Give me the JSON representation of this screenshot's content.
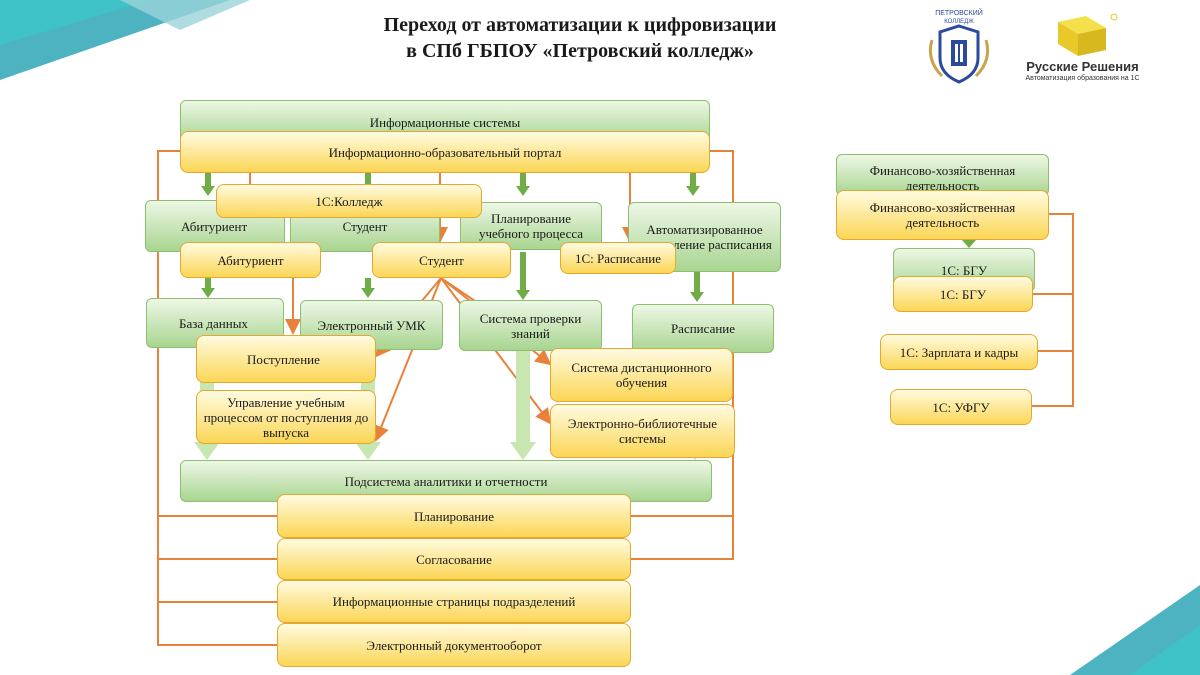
{
  "title": {
    "line1": "Переход от автоматизации к цифровизации",
    "line2": "в СПб ГБПОУ «Петровский колледж»"
  },
  "logos": {
    "college": {
      "top_text": "ПЕТРОВСКИЙ",
      "sub_text": "КОЛЛЕДЖ"
    },
    "brand": {
      "name": "Русские Решения",
      "tagline": "Автоматизация образования на 1С"
    }
  },
  "colors": {
    "green_border": "#8cc06f",
    "orange_line": "#e8813a",
    "green_arrow": "#70ad47",
    "gold": "#fbd655"
  },
  "diagram": {
    "info_systems": "Информационные системы",
    "portal": "Информационно-образовательный портал",
    "c_college": "1С:Колледж",
    "g_abit": "Абитуриент",
    "g_student": "Студент",
    "g_planning": "Планирование учебного процесса",
    "g_auto_schedule": "Автоматизированное составление расписания",
    "y_abit": "Абитуриент",
    "y_student": "Студент",
    "y_c_schedule": "1С: Расписание",
    "g_database": "База данных",
    "g_umk": "Электронный УМК",
    "g_test_system": "Система проверки знаний",
    "g_schedule": "Расписание",
    "y_admission": "Поступление",
    "y_management": "Управление учебным процессом от поступления до выпуска",
    "y_distance": "Система дистанционного обучения",
    "y_library": "Электронно-библиотечные системы",
    "g_analytics": "Подсистема аналитики и отчетности",
    "y_planning": "Планирование",
    "y_approval": "Согласование",
    "y_pages": "Информационные страницы подразделений",
    "y_docflow": "Электронный документооборот",
    "g_finance": "Финансово-хозяйственная деятельность",
    "y_finance": "Финансово-хозяйственная деятельность",
    "g_bgu": "1С: БГУ",
    "y_bgu": "1С: БГУ",
    "y_payroll": "1С: Зарплата и кадры",
    "y_ufgu": "1С: УФГУ"
  }
}
